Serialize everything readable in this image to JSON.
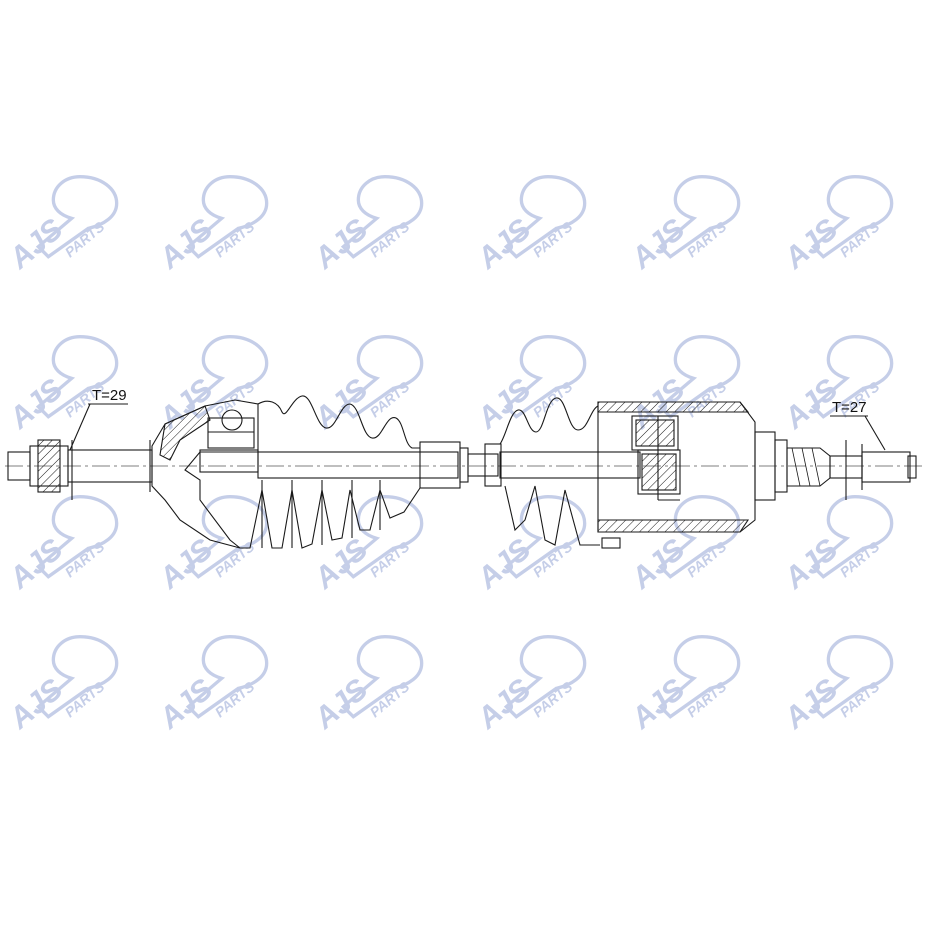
{
  "watermark": {
    "brand": "AJS",
    "suffix": "PARTS",
    "color": "#c5cee8"
  },
  "labels": {
    "outer_spline": "T=29",
    "inner_spline": "T=27"
  },
  "colors": {
    "line": "#1a1a1a",
    "centerline": "#555555"
  }
}
